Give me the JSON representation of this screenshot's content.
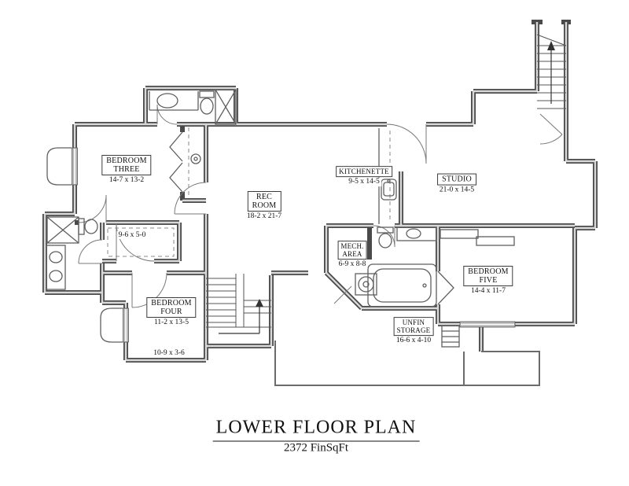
{
  "title": {
    "main": "LOWER FLOOR PLAN",
    "subtitle": "2372 FinSqFt"
  },
  "rooms": {
    "bedroom_three": {
      "line1": "BEDROOM",
      "line2": "THREE",
      "dims": "14-7 x 13-2"
    },
    "rec_room": {
      "line1": "REC",
      "line2": "ROOM",
      "dims": "18-2 x 21-7"
    },
    "kitchenette": {
      "line1": "KITCHENETTE",
      "dims": "9-5 x 14-5"
    },
    "studio": {
      "line1": "STUDIO",
      "dims": "21-0 x 14-5"
    },
    "mech_area": {
      "line1": "MECH.",
      "line2": "AREA",
      "dims": "6-9 x 8-8"
    },
    "bedroom_five": {
      "line1": "BEDROOM",
      "line2": "FIVE",
      "dims": "14-4 x 11-7"
    },
    "bedroom_four": {
      "line1": "BEDROOM",
      "line2": "FOUR",
      "dims": "11-2 x 13-5"
    },
    "unfin_storage": {
      "line1": "UNFIN",
      "line2": "STORAGE",
      "dims": "16-6 x 4-10"
    }
  },
  "annotations": {
    "closet_dims": "9-6 x 5-0",
    "nook_dims": "10-9 x 3-6"
  },
  "palette": {
    "wall": "#4a4a4a",
    "wall_fill": "#d8d8d8",
    "fixture": "#5f5f5f",
    "door": "#787878",
    "text": "#111111",
    "paper": "#ffffff"
  }
}
